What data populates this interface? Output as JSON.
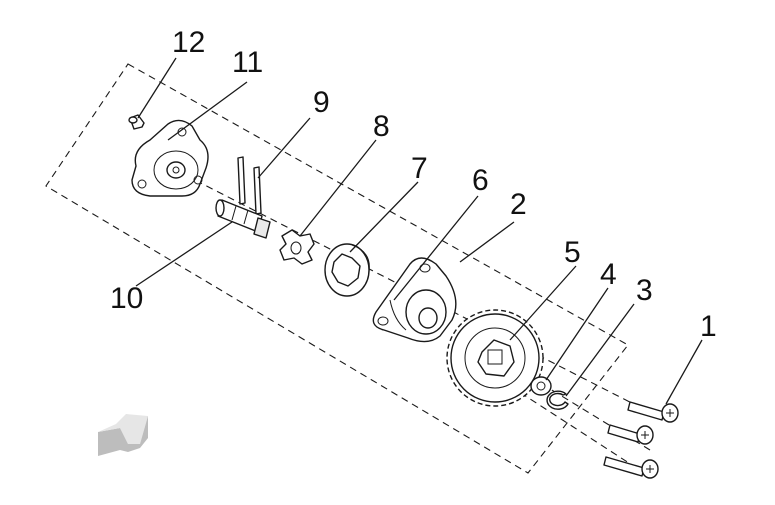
{
  "callouts": {
    "c1": "1",
    "c2": "2",
    "c3": "3",
    "c4": "4",
    "c5": "5",
    "c6": "6",
    "c7": "7",
    "c8": "8",
    "c9": "9",
    "c10": "10",
    "c11": "11",
    "c12": "12"
  },
  "colors": {
    "line": "#1a1a1a",
    "arrow_top": "#e6e6e6",
    "arrow_side": "#bdbdbd"
  },
  "icons": {
    "direction": "front-direction-arrow-icon"
  }
}
